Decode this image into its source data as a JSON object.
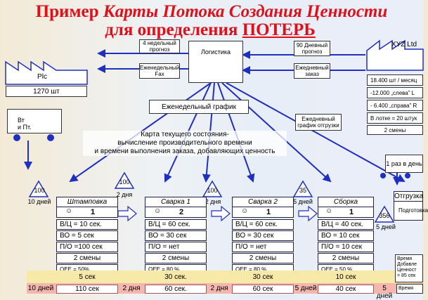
{
  "title": {
    "prefix": "Пример ",
    "italic": "Карты Потока Создания Ценности",
    "line2_a": "для определения ",
    "line2_b": "ПОТЕРЬ"
  },
  "supplier": {
    "name": "Plc",
    "qty": "1270 шт",
    "sub_label_1": "Вт",
    "sub_label_2": "и Пт."
  },
  "customer": {
    "name": "XYZ Ltd",
    "rows": [
      "18.400 шт / месяц",
      "-12.000 „слева” L",
      "- 6.400 „справа” R",
      "В лотке = 20 штук",
      "2 смены"
    ],
    "freq": "1 раз в день"
  },
  "logistics": {
    "label": "Логистика",
    "forecast": "4 недельный прогноз",
    "weekly_fax": "Еженедельный Fax",
    "daily_forecast": "90 Дневный прогноз",
    "daily_order": "Ежедневный заказ",
    "weekly_schedule": "Еженедельный график",
    "daily_shipping": "Ежедневный график отгрузки"
  },
  "caption": {
    "line1": "Карта текущего состояния-",
    "line2": "вычисление производительного времени",
    "line3": "и времени выполнения заказа, добавляющих ценность"
  },
  "inventory": [
    {
      "num": "100",
      "days": "10 дней"
    },
    {
      "num": "100",
      "days": "2 дня"
    },
    {
      "num": "100",
      "days": "2 дня"
    },
    {
      "num": "35",
      "days": "5 дней"
    },
    {
      "num": "356",
      "days": "5 дней"
    }
  ],
  "processes": [
    {
      "name": "Штамповка",
      "ops": "1",
      "ct": "В/Ц = 10 сек.",
      "co": "ВО = 5 сек",
      "uptime": "П/О =100 сек",
      "shifts": "2 смены",
      "oee": "OEE = 50%"
    },
    {
      "name": "Сварка 1",
      "ops": "2",
      "ct": "В/Ц = 60 сек.",
      "co": "ВО = 30 сек",
      "uptime": "П/О = нет",
      "shifts": "2 смены",
      "oee": "OEE = 80 %"
    },
    {
      "name": "Сварка 2",
      "ops": "1",
      "ct": "В/Ц = 60 сек.",
      "co": "ВО = 30 сек",
      "uptime": "П/О = нет",
      "shifts": "2 смены",
      "oee": "OEE = 80 %"
    },
    {
      "name": "Сборка",
      "ops": "1",
      "ct": "В/Ц = 40 сек.",
      "co": "ВО = 10 сек",
      "uptime": "П/О = 10 сек",
      "shifts": "2 смены",
      "oee": "OEE = 50 %"
    }
  ],
  "shipping": {
    "name": "Отгрузка",
    "place": "Подготовка"
  },
  "timeline": {
    "va": [
      "5 сек",
      "30 сек.",
      "30 сек",
      "10 сек"
    ],
    "lead": [
      "10 дней",
      "110 сек",
      "2 дня",
      "60 сек.",
      "2 дня",
      "60 сек",
      "5 дней",
      "40 сек",
      "5 дней"
    ],
    "summary_1": "Время",
    "summary_2": "Добавле",
    "summary_3": "Ценност",
    "summary_4": "= 85 сек",
    "summary_5": "Время"
  }
}
